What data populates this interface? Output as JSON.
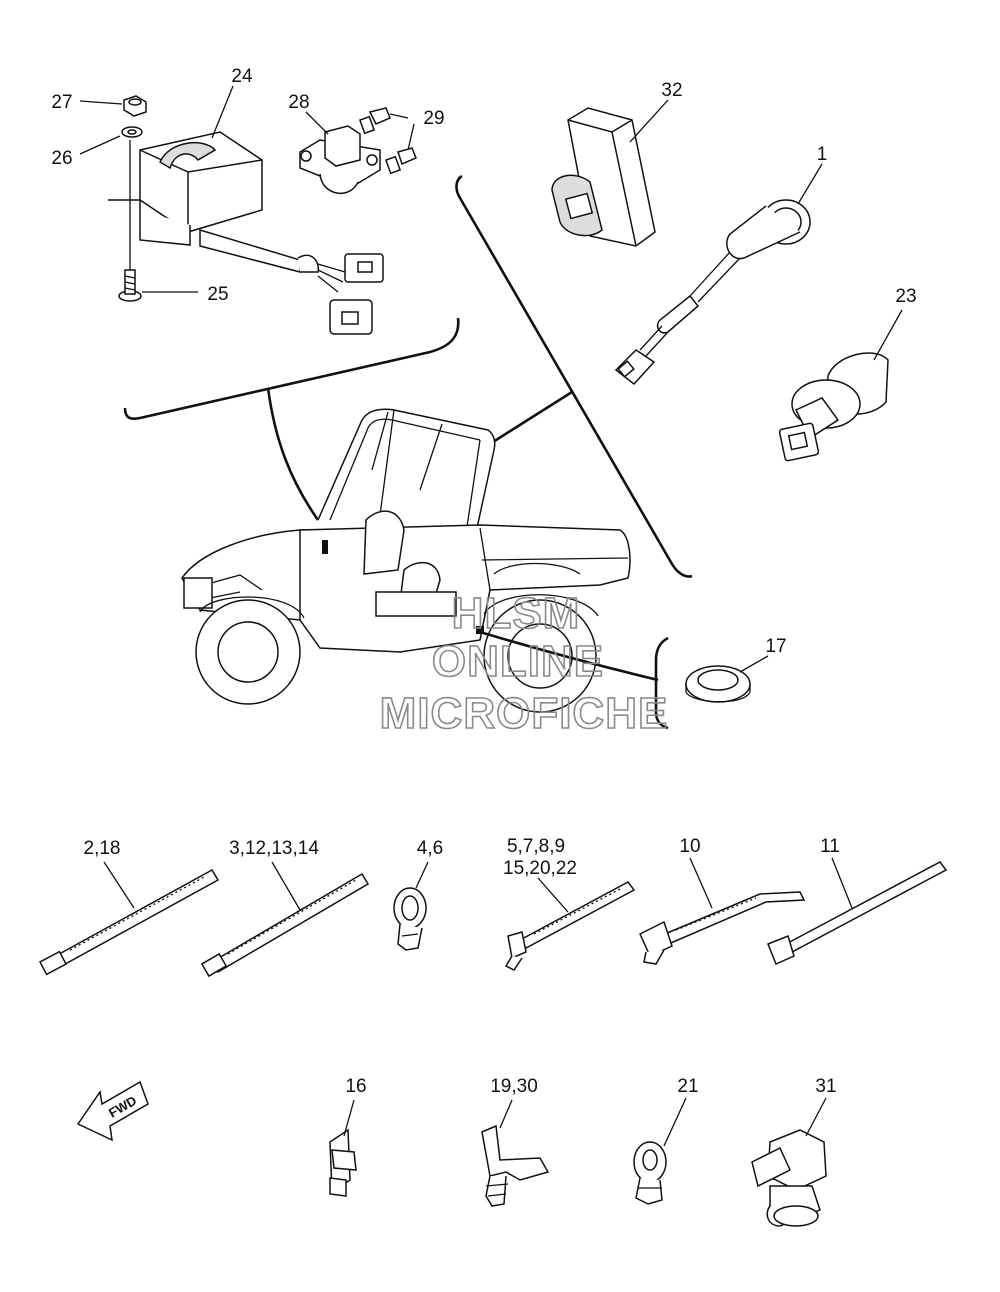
{
  "callouts": [
    {
      "key": "p24",
      "text": "24"
    },
    {
      "key": "p27",
      "text": "27"
    },
    {
      "key": "p26",
      "text": "26"
    },
    {
      "key": "p25",
      "text": "25"
    },
    {
      "key": "p28",
      "text": "28"
    },
    {
      "key": "p29",
      "text": "29"
    },
    {
      "key": "p32",
      "text": "32"
    },
    {
      "key": "p1",
      "text": "1"
    },
    {
      "key": "p23",
      "text": "23"
    },
    {
      "key": "p17",
      "text": "17"
    },
    {
      "key": "p2_18",
      "text": "2,18"
    },
    {
      "key": "p3_14",
      "text": "3,12,13,14"
    },
    {
      "key": "p4_6",
      "text": "4,6"
    },
    {
      "key": "p5_9",
      "text": "5,7,8,9"
    },
    {
      "key": "p15_22",
      "text": "15,20,22"
    },
    {
      "key": "p10",
      "text": "10"
    },
    {
      "key": "p11",
      "text": "11"
    },
    {
      "key": "p16",
      "text": "16"
    },
    {
      "key": "p19_30",
      "text": "19,30"
    },
    {
      "key": "p21",
      "text": "21"
    },
    {
      "key": "p31",
      "text": "31"
    }
  ],
  "watermark": [
    "HLSM",
    "ONLINE",
    "MICROFICHE"
  ],
  "direction_arrow": {
    "label": "FWD",
    "icon": "fwd-arrow-icon"
  }
}
